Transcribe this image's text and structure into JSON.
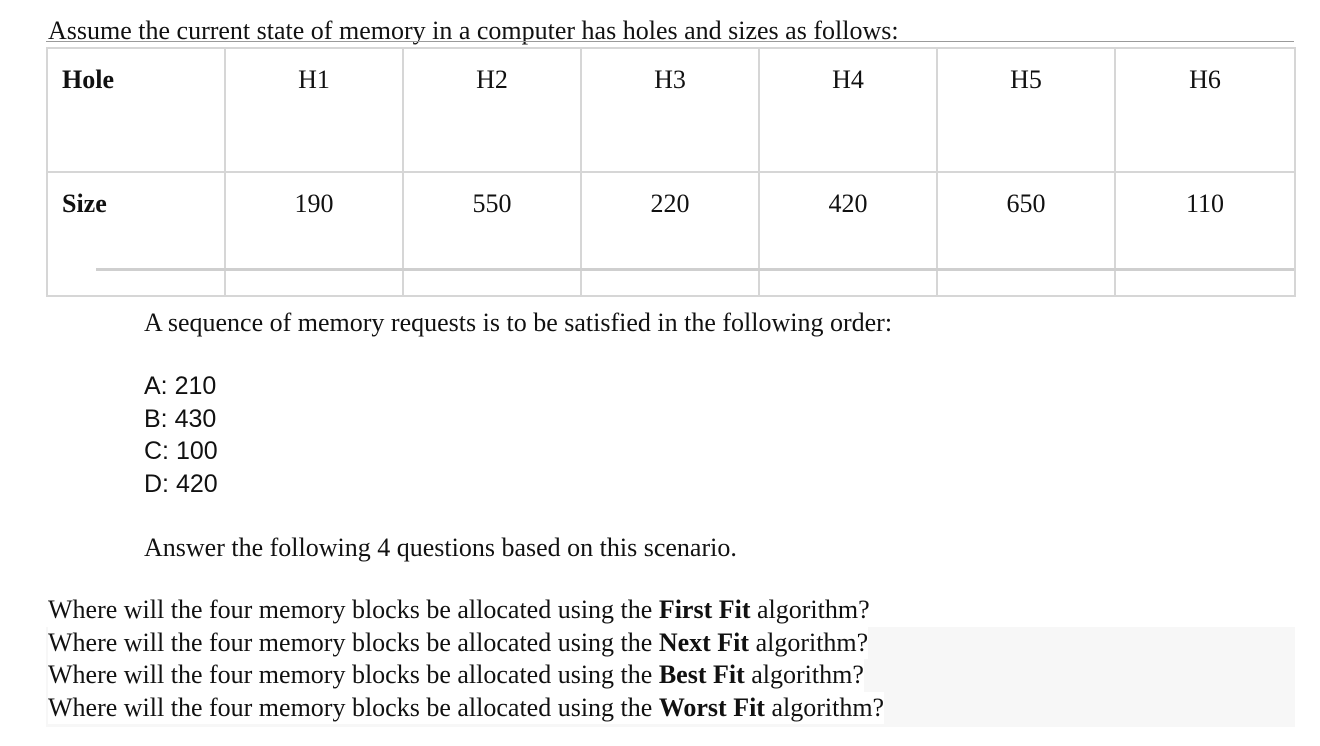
{
  "intro": "Assume the current state of memory in a computer has holes and sizes as follows:",
  "table": {
    "rows": [
      {
        "label": "Hole",
        "cells": [
          "H1",
          "H2",
          "H3",
          "H4",
          "H5",
          "H6"
        ]
      },
      {
        "label": "Size",
        "cells": [
          "190",
          "550",
          "220",
          "420",
          "650",
          "110"
        ]
      }
    ]
  },
  "sequence_text": "A sequence of memory requests is to be satisfied in the following order:",
  "requests": [
    "A: 210",
    "B: 430",
    "C: 100",
    "D: 420"
  ],
  "answer_text": "Answer the following 4 questions based on this scenario.",
  "questions": [
    {
      "prefix": "Where will the four memory blocks be allocated using the ",
      "algorithm": "First Fit",
      "suffix": " algorithm?"
    },
    {
      "prefix": "Where will the four memory blocks be allocated using the ",
      "algorithm": "Next Fit",
      "suffix": " algorithm?"
    },
    {
      "prefix": "Where will the four memory blocks be allocated using the ",
      "algorithm": "Best Fit",
      "suffix": " algorithm?"
    },
    {
      "prefix": "Where will the four memory blocks be allocated using the ",
      "algorithm": "Worst Fit",
      "suffix": " algorithm?"
    }
  ]
}
